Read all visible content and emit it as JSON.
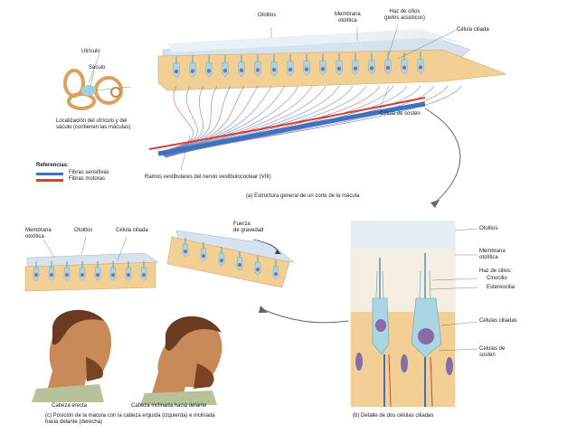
{
  "top": {
    "labels": {
      "otolitos": "Otolitos",
      "membrana": "Membrana\notolítica",
      "haz": "Haz de cilios\n(pelos acústicos)",
      "celula_ciliada": "Célula ciliada",
      "celula_sosten": "Célula de sostén",
      "utriculo": "Utrículo",
      "saculo": "Sáculo",
      "localizacion": "Localización del utrículo y del\nsáculo (contienen las máculas)",
      "ramos": "Ramos vestibulares del nervio vestibulococlear (VIII)"
    },
    "legend": {
      "title": "Referencias:",
      "items": [
        {
          "label": "Fibras sensitivas",
          "color": "#3b72c4"
        },
        {
          "label": "Fibras motoras",
          "color": "#d8412f"
        }
      ]
    },
    "caption": "(a) Estructura general de un corte de la mácula"
  },
  "left_bottom": {
    "labels": {
      "membrana": "Membrana\notolítica",
      "otolitos": "Otolitos",
      "celula_ciliada": "Célula ciliada",
      "fuerza": "Fuerza\nde gravedad"
    },
    "head_upright": "Cabeza erecta",
    "head_tilted": "Cabeza inclinada hacia delante",
    "caption": "(c) Posición de la mácula con la cabeza erguida (izquierda) e inclinada\nhacia delante (derecha)"
  },
  "right_bottom": {
    "labels": {
      "otolitos": "Otolitos",
      "membrana": "Membrana\notolítica",
      "haz": "Haz de cilios:",
      "cinocilio": "Cinocilio",
      "estereocilia": "Estereocilia",
      "celulas_ciliadas": "Células ciliadas",
      "celulas_sosten": "Células de\nsostén"
    },
    "caption": "(b) Detalle de dos células ciliadas"
  },
  "colors": {
    "epithelium": "#f2cf94",
    "otolith": "#c9dbe8",
    "cell": "#a9d6e2",
    "nucleus": "#8a6aa8",
    "sensory": "#3b72c4",
    "motor": "#d8412f"
  }
}
